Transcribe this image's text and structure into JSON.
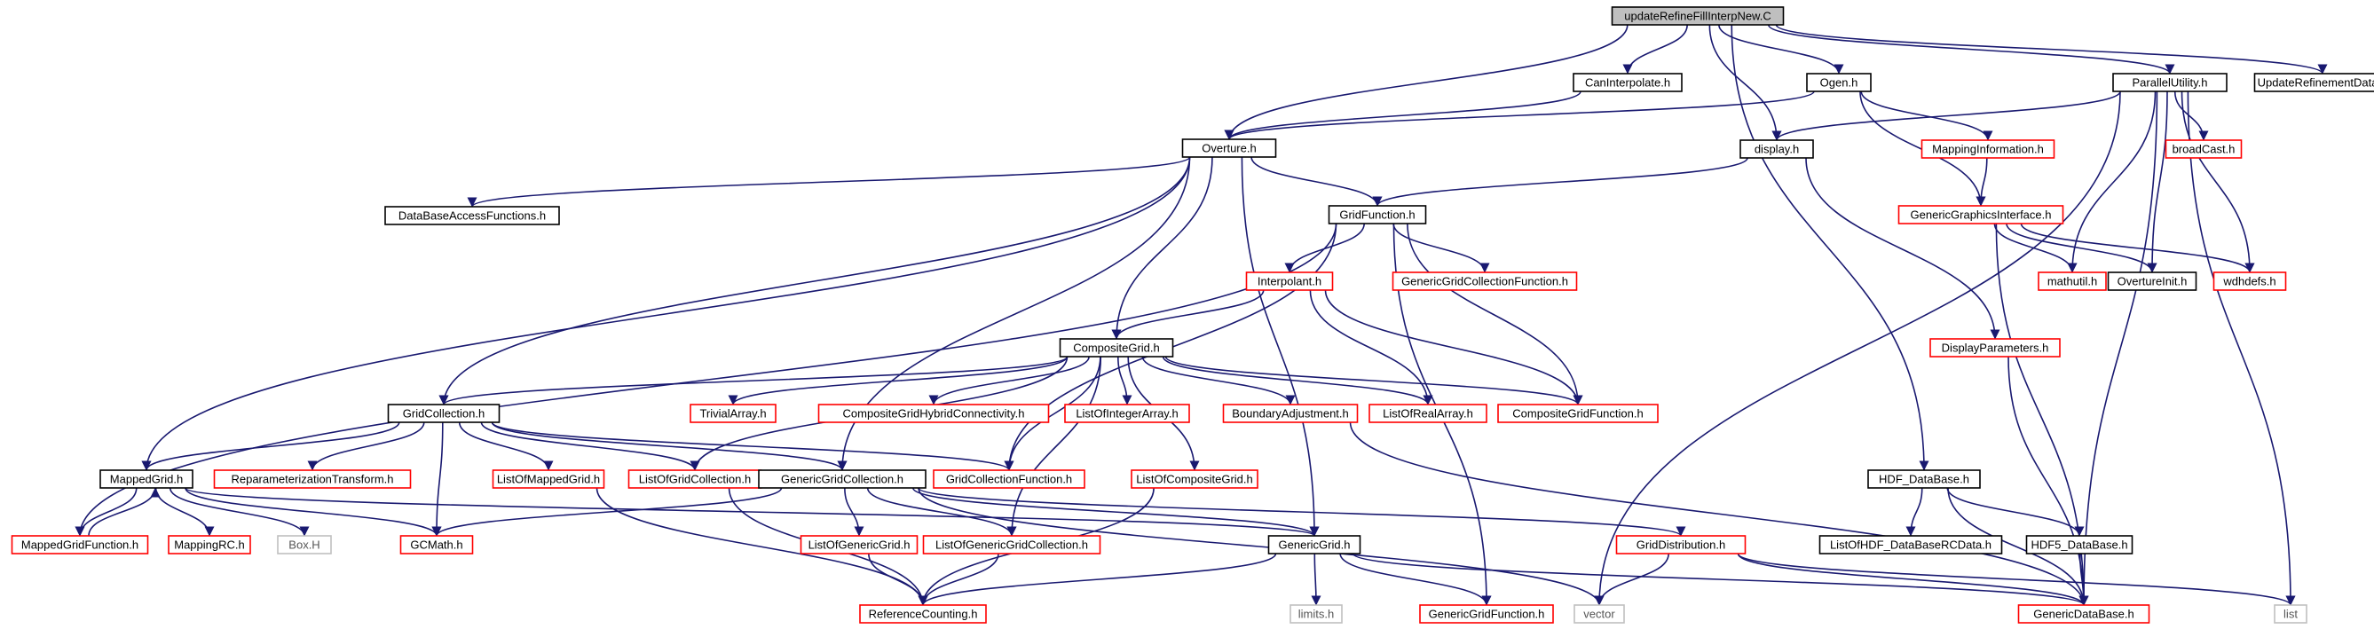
{
  "colors": {
    "edge": "#191970",
    "root_fill": "#bfbfbf",
    "documented_border": "#000000",
    "undocumented_border": "#ff0000",
    "external_border": "#bfbfbf"
  },
  "nodes": [
    {
      "id": "root",
      "label": "updateRefineFillInterpNew.C",
      "kind": "root"
    },
    {
      "id": "canInterp",
      "label": "CanInterpolate.h",
      "kind": "doc"
    },
    {
      "id": "ogen",
      "label": "Ogen.h",
      "kind": "doc"
    },
    {
      "id": "parallel",
      "label": "ParallelUtility.h",
      "kind": "doc"
    },
    {
      "id": "updateRef",
      "label": "UpdateRefinementData.h",
      "kind": "doc"
    },
    {
      "id": "overture",
      "label": "Overture.h",
      "kind": "doc"
    },
    {
      "id": "display",
      "label": "display.h",
      "kind": "doc"
    },
    {
      "id": "mappingInfo",
      "label": "MappingInformation.h",
      "kind": "red"
    },
    {
      "id": "broadCast",
      "label": "broadCast.h",
      "kind": "red"
    },
    {
      "id": "dbaf",
      "label": "DataBaseAccessFunctions.h",
      "kind": "doc"
    },
    {
      "id": "gridFunction",
      "label": "GridFunction.h",
      "kind": "doc"
    },
    {
      "id": "ggi",
      "label": "GenericGraphicsInterface.h",
      "kind": "red"
    },
    {
      "id": "interpolant",
      "label": "Interpolant.h",
      "kind": "red"
    },
    {
      "id": "ggcf",
      "label": "GenericGridCollectionFunction.h",
      "kind": "red"
    },
    {
      "id": "mathutil",
      "label": "mathutil.h",
      "kind": "red"
    },
    {
      "id": "overtureInit",
      "label": "OvertureInit.h",
      "kind": "doc"
    },
    {
      "id": "wdhdefs",
      "label": "wdhdefs.h",
      "kind": "red"
    },
    {
      "id": "compositeGrid",
      "label": "CompositeGrid.h",
      "kind": "doc"
    },
    {
      "id": "displayParams",
      "label": "DisplayParameters.h",
      "kind": "red"
    },
    {
      "id": "gridCollection",
      "label": "GridCollection.h",
      "kind": "doc"
    },
    {
      "id": "trivialArray",
      "label": "TrivialArray.h",
      "kind": "red"
    },
    {
      "id": "cghc",
      "label": "CompositeGridHybridConnectivity.h",
      "kind": "red"
    },
    {
      "id": "loia",
      "label": "ListOfIntegerArray.h",
      "kind": "red"
    },
    {
      "id": "boundaryAdj",
      "label": "BoundaryAdjustment.h",
      "kind": "red"
    },
    {
      "id": "lora",
      "label": "ListOfRealArray.h",
      "kind": "red"
    },
    {
      "id": "cgf",
      "label": "CompositeGridFunction.h",
      "kind": "red"
    },
    {
      "id": "mappedGrid",
      "label": "MappedGrid.h",
      "kind": "doc"
    },
    {
      "id": "reparam",
      "label": "ReparameterizationTransform.h",
      "kind": "red"
    },
    {
      "id": "lomg",
      "label": "ListOfMappedGrid.h",
      "kind": "red"
    },
    {
      "id": "logc",
      "label": "ListOfGridCollection.h",
      "kind": "red"
    },
    {
      "id": "ggc",
      "label": "GenericGridCollection.h",
      "kind": "doc"
    },
    {
      "id": "gcf",
      "label": "GridCollectionFunction.h",
      "kind": "red"
    },
    {
      "id": "locg",
      "label": "ListOfCompositeGrid.h",
      "kind": "red"
    },
    {
      "id": "hdf",
      "label": "HDF_DataBase.h",
      "kind": "doc"
    },
    {
      "id": "mgf",
      "label": "MappedGridFunction.h",
      "kind": "red"
    },
    {
      "id": "mappingRC",
      "label": "MappingRC.h",
      "kind": "red"
    },
    {
      "id": "boxH",
      "label": "Box.H",
      "kind": "grey"
    },
    {
      "id": "gcmath",
      "label": "GCMath.h",
      "kind": "red"
    },
    {
      "id": "loggrid",
      "label": "ListOfGenericGrid.h",
      "kind": "red"
    },
    {
      "id": "loggc",
      "label": "ListOfGenericGridCollection.h",
      "kind": "red"
    },
    {
      "id": "genericGrid",
      "label": "GenericGrid.h",
      "kind": "doc"
    },
    {
      "id": "gridDist",
      "label": "GridDistribution.h",
      "kind": "red"
    },
    {
      "id": "lohdf",
      "label": "ListOfHDF_DataBaseRCData.h",
      "kind": "doc"
    },
    {
      "id": "hdf5",
      "label": "HDF5_DataBase.h",
      "kind": "doc"
    },
    {
      "id": "refCount",
      "label": "ReferenceCounting.h",
      "kind": "red"
    },
    {
      "id": "limits",
      "label": "limits.h",
      "kind": "grey"
    },
    {
      "id": "ggf",
      "label": "GenericGridFunction.h",
      "kind": "red"
    },
    {
      "id": "vector",
      "label": "vector",
      "kind": "grey"
    },
    {
      "id": "gdb",
      "label": "GenericDataBase.h",
      "kind": "red"
    },
    {
      "id": "list",
      "label": "list",
      "kind": "grey"
    }
  ],
  "edges": [
    [
      "root",
      "canInterp"
    ],
    [
      "root",
      "overture"
    ],
    [
      "root",
      "ogen"
    ],
    [
      "root",
      "display"
    ],
    [
      "root",
      "parallel"
    ],
    [
      "root",
      "updateRef"
    ],
    [
      "root",
      "hdf"
    ],
    [
      "canInterp",
      "overture"
    ],
    [
      "ogen",
      "overture"
    ],
    [
      "ogen",
      "mappingInfo"
    ],
    [
      "ogen",
      "ggi"
    ],
    [
      "parallel",
      "display"
    ],
    [
      "parallel",
      "broadCast"
    ],
    [
      "parallel",
      "mathutil"
    ],
    [
      "parallel",
      "overtureInit"
    ],
    [
      "parallel",
      "wdhdefs"
    ],
    [
      "parallel",
      "gdb"
    ],
    [
      "parallel",
      "list"
    ],
    [
      "parallel",
      "vector"
    ],
    [
      "overture",
      "dbaf"
    ],
    [
      "overture",
      "gridFunction"
    ],
    [
      "overture",
      "gridCollection"
    ],
    [
      "overture",
      "compositeGrid"
    ],
    [
      "overture",
      "mappedGrid"
    ],
    [
      "overture",
      "ggc"
    ],
    [
      "overture",
      "genericGrid"
    ],
    [
      "display",
      "gridFunction"
    ],
    [
      "display",
      "displayParams"
    ],
    [
      "mappingInfo",
      "ggi"
    ],
    [
      "ggi",
      "mathutil"
    ],
    [
      "ggi",
      "overtureInit"
    ],
    [
      "ggi",
      "wdhdefs"
    ],
    [
      "ggi",
      "gdb"
    ],
    [
      "gridFunction",
      "interpolant"
    ],
    [
      "gridFunction",
      "ggcf"
    ],
    [
      "gridFunction",
      "cgf"
    ],
    [
      "gridFunction",
      "ggf"
    ],
    [
      "gridFunction",
      "mgf"
    ],
    [
      "gridFunction",
      "gcf"
    ],
    [
      "interpolant",
      "compositeGrid"
    ],
    [
      "interpolant",
      "lora"
    ],
    [
      "interpolant",
      "cgf"
    ],
    [
      "compositeGrid",
      "gridCollection"
    ],
    [
      "compositeGrid",
      "trivialArray"
    ],
    [
      "compositeGrid",
      "cghc"
    ],
    [
      "compositeGrid",
      "loia"
    ],
    [
      "compositeGrid",
      "boundaryAdj"
    ],
    [
      "compositeGrid",
      "lora"
    ],
    [
      "compositeGrid",
      "cgf"
    ],
    [
      "compositeGrid",
      "locg"
    ],
    [
      "compositeGrid",
      "logc"
    ],
    [
      "compositeGrid",
      "loggc"
    ],
    [
      "compositeGrid",
      "gcf"
    ],
    [
      "displayParams",
      "gdb"
    ],
    [
      "gridCollection",
      "mappedGrid"
    ],
    [
      "gridCollection",
      "reparam"
    ],
    [
      "gridCollection",
      "lomg"
    ],
    [
      "gridCollection",
      "logc"
    ],
    [
      "gridCollection",
      "ggc"
    ],
    [
      "gridCollection",
      "gcf"
    ],
    [
      "gridCollection",
      "gcmath"
    ],
    [
      "boundaryAdj",
      "gdb"
    ],
    [
      "mappedGrid",
      "mgf"
    ],
    [
      "mappedGrid",
      "mappingRC"
    ],
    [
      "mappedGrid",
      "boxH"
    ],
    [
      "mappedGrid",
      "gcmath"
    ],
    [
      "mappedGrid",
      "genericGrid"
    ],
    [
      "mgf",
      "mappedGrid"
    ],
    [
      "lomg",
      "refCount"
    ],
    [
      "logc",
      "refCount"
    ],
    [
      "locg",
      "refCount"
    ],
    [
      "ggc",
      "gcmath"
    ],
    [
      "ggc",
      "loggrid"
    ],
    [
      "ggc",
      "loggc"
    ],
    [
      "ggc",
      "genericGrid"
    ],
    [
      "ggc",
      "gridDist"
    ],
    [
      "ggc",
      "vector"
    ],
    [
      "hdf",
      "lohdf"
    ],
    [
      "hdf",
      "hdf5"
    ],
    [
      "hdf",
      "gdb"
    ],
    [
      "hdf5",
      "gdb"
    ],
    [
      "loggrid",
      "refCount"
    ],
    [
      "loggc",
      "refCount"
    ],
    [
      "genericGrid",
      "refCount"
    ],
    [
      "genericGrid",
      "limits"
    ],
    [
      "genericGrid",
      "ggf"
    ],
    [
      "genericGrid",
      "gdb"
    ],
    [
      "gridDist",
      "vector"
    ],
    [
      "gridDist",
      "gdb"
    ],
    [
      "gridDist",
      "list"
    ]
  ]
}
